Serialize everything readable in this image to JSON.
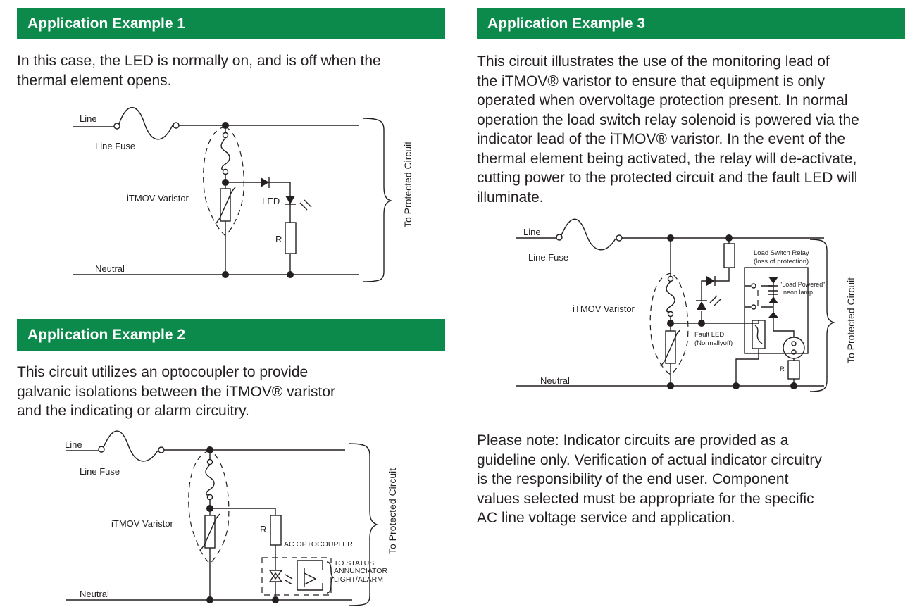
{
  "ex1": {
    "title": "Application Example 1",
    "body": "In this case, the LED is normally on, and is off when the thermal element opens.",
    "labels": {
      "line": "Line",
      "line_fuse": "Line Fuse",
      "varistor": "iTMOV Varistor",
      "led": "LED",
      "r": "R",
      "neutral": "Neutral",
      "to_circuit": "To Protected Circuit"
    }
  },
  "ex2": {
    "title": "Application Example 2",
    "body_lines": [
      "This circuit utilizes an optocoupler to provide",
      "galvanic isolations between the iTMOV® varistor",
      "and the indicating or alarm circuitry."
    ],
    "labels": {
      "line": "Line",
      "line_fuse": "Line Fuse",
      "varistor": "iTMOV Varistor",
      "r": "R",
      "opto": "AC OPTOCOUPLER",
      "status1": "TO STATUS",
      "status2": "ANNUNCIATOR",
      "status3": "LIGHT/ALARM",
      "neutral": "Neutral",
      "to_circuit": "To Protected Circuit"
    }
  },
  "ex3": {
    "title": "Application Example 3",
    "body_lines": [
      "This circuit illustrates the use of the monitoring lead of",
      "the iTMOV® varistor to ensure that equipment is only",
      "operated when overvoltage protection present. In normal",
      "operation the load switch relay solenoid is powered via the",
      "indicator lead of the iTMOV® varistor. In the event of the",
      "thermal element being activated, the relay will de-activate,",
      "cutting power to the protected circuit and the fault LED will",
      "illuminate."
    ],
    "labels": {
      "line": "Line",
      "line_fuse": "Line Fuse",
      "relay1": "Load Switch Relay",
      "relay2": "(loss of protection)",
      "neon1": "\"Load Powered\"",
      "neon2": "neon lamp",
      "varistor": "iTMOV Varistor",
      "fault1": "Fault LED",
      "fault2": "(Normallyoff)",
      "r": "R",
      "neutral": "Neutral",
      "to_circuit": "To Protected Circuit"
    }
  },
  "note": {
    "lines": [
      "Please note: Indicator circuits are provided as a",
      "guideline only. Verification of actual indicator circuitry",
      "is the responsibility of the end user. Component",
      "values selected must be appropriate for the specific",
      "AC line voltage service and application."
    ]
  },
  "colors": {
    "header_bg": "#0b8a4c",
    "ink": "#231f20"
  }
}
